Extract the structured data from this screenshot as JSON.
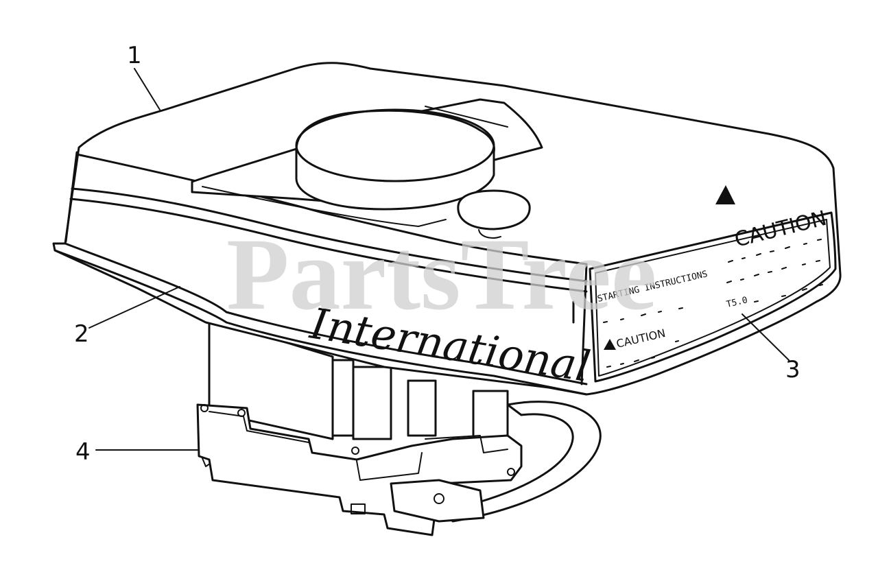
{
  "diagram": {
    "watermark": "PartsTree",
    "brand": "International",
    "label": {
      "caution_title": "CAUTION",
      "starting_instructions": "STARTING INSTRUCTIONS",
      "caution_small": "CAUTION",
      "line_code": "T5.0"
    },
    "callouts": [
      {
        "number": "1"
      },
      {
        "number": "2"
      },
      {
        "number": "3"
      },
      {
        "number": "4"
      }
    ]
  }
}
